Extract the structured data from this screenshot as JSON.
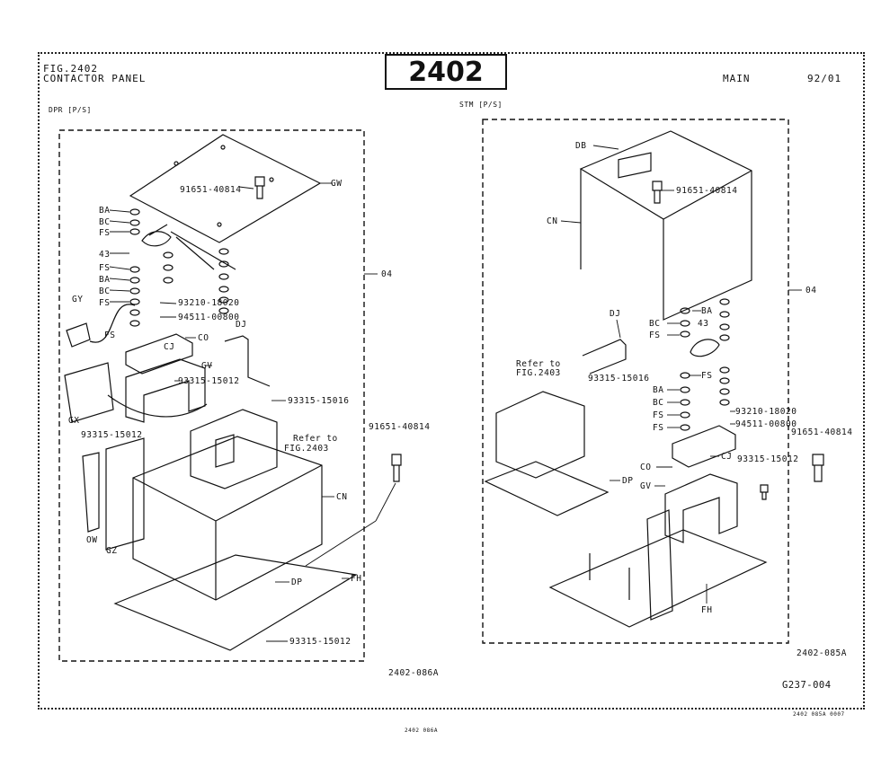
{
  "header": {
    "fig_label": "FIG.2402",
    "title": "CONTACTOR PANEL",
    "number": "2402",
    "group": "MAIN",
    "date": "92/01"
  },
  "left_panel": {
    "subtitle": "DPR [P/S]",
    "drawing_no": "2402-086A",
    "labels": {
      "gw": "GW",
      "p1": "91651-40814",
      "ba1": "BA",
      "bc1": "BC",
      "fs1": "FS",
      "c43": "43",
      "fs2": "FS",
      "ba2": "BA",
      "bc2": "BC",
      "fs3": "FS",
      "p2": "93210-18020",
      "p3": "94511-00800",
      "gy": "GY",
      "fs4": "FS",
      "cj": "CJ",
      "co": "CO",
      "dj": "DJ",
      "gv": "GV",
      "p4": "93315-15012",
      "p5": "93315-15016",
      "gx": "GX",
      "p6": "93315-15012",
      "refer": "Refer to",
      "refer_fig": "FIG.2403",
      "cn": "CN",
      "ow": "OW",
      "gz": "GZ",
      "dp": "DP",
      "fh": "FH",
      "p7": "93315-15012",
      "p8": "91651-40814",
      "o4": "04"
    }
  },
  "right_panel": {
    "subtitle": "STM [P/S]",
    "drawing_no": "2402-085A",
    "labels": {
      "db": "DB",
      "p1": "91651-40814",
      "cn": "CN",
      "o4": "04",
      "dj": "DJ",
      "ba1": "BA",
      "bc1": "BC",
      "c43": "43",
      "fs1": "FS",
      "refer": "Refer to",
      "refer_fig": "FIG.2403",
      "p2": "93315-15016",
      "fs2": "FS",
      "ba2": "BA",
      "bc2": "BC",
      "fs3": "FS",
      "p3": "93210-18020",
      "p4": "94511-00800",
      "fs4": "FS",
      "cj": "CJ",
      "p5": "91651-40814",
      "co": "CO",
      "p6": "93315-15012",
      "dp": "DP",
      "gv": "GV",
      "fh": "FH"
    }
  },
  "footer": {
    "code": "G237-004",
    "stamp_left": "2402 086A",
    "stamp_right": "2402 085A 0007"
  }
}
